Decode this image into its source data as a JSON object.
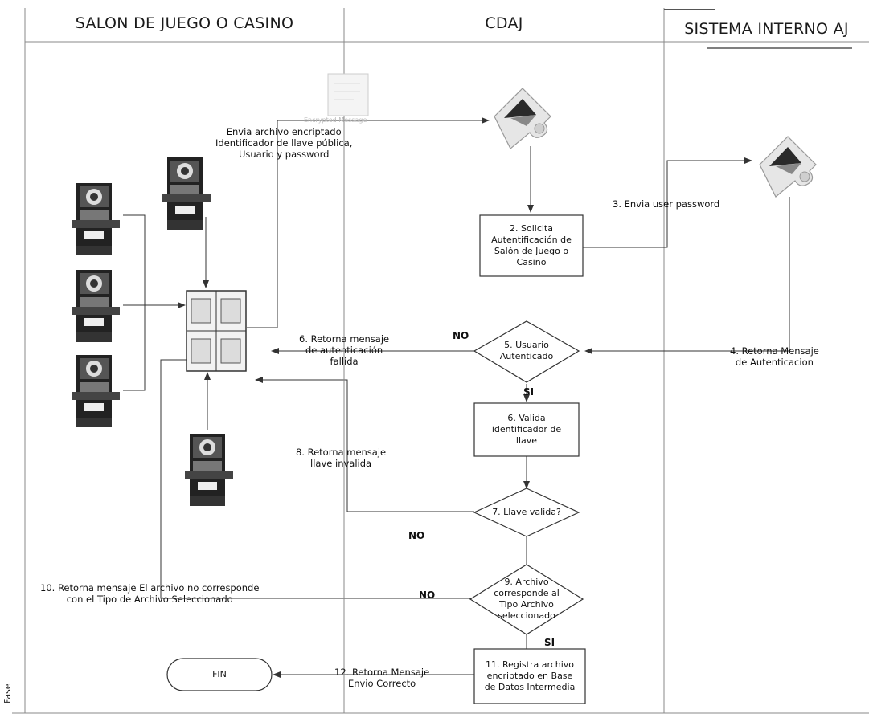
{
  "lanes": {
    "salon": "SALON DE JUEGO O CASINO",
    "cdaj": "CDAJ",
    "sistema": "SISTEMA INTERNO AJ"
  },
  "phase_label": "Fase",
  "document_icon_caption": "Encrypted Message",
  "labels": {
    "envia_archivo": "Envia archivo encriptado\nIdentificador de llave pública,\nUsuario y password",
    "envia_user": "3. Envia user password",
    "retorna_autenticacion": "4. Retorna Mensaje\nde Autenticacion",
    "retorna_fallida": "6. Retorna mensaje\nde autenticación\nfallida",
    "retorna_llave": "8. Retorna mensaje\nllave invalida",
    "retorna_no_corresponde": "10. Retorna mensaje El archivo no corresponde\ncon el Tipo de Archivo Seleccionado",
    "retorna_correcto": "12. Retorna Mensaje\nEnvio Correcto",
    "no1": "NO",
    "si1": "SI",
    "no2": "NO",
    "no3": "NO",
    "si2": "SI"
  },
  "nodes": {
    "solicita": "2. Solicita\nAutentificación de\nSalón de Juego o\nCasino",
    "usuario_autenticado": "5. Usuario\nAutenticado",
    "valida_llave": "6. Valida\nidentificador de\nllave",
    "llave_valida": "7. Llave valida?",
    "archivo_corresponde": "9. Archivo\ncorresponde al\nTipo Archivo\nseleccionado",
    "registra": "11. Registra archivo\nencriptado en Base\nde Datos Intermedia",
    "fin": "FIN"
  }
}
